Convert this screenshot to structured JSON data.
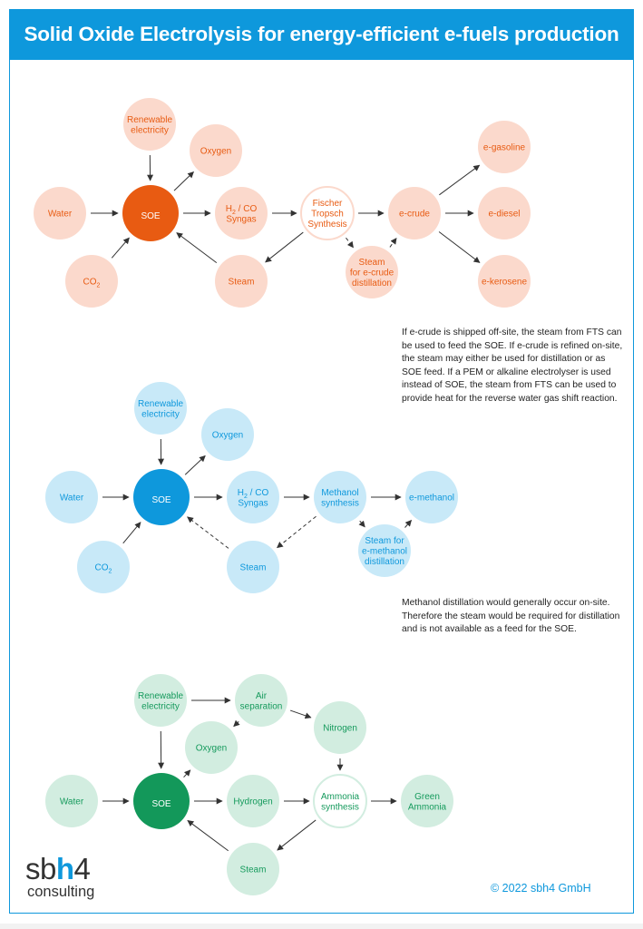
{
  "title": "Solid Oxide Electrolysis for energy-efficient e-fuels production",
  "colors": {
    "banner": "#0e98dc",
    "orange_fill": "#fbd9cc",
    "orange_text": "#e85b12",
    "orange_soe": "#e85b12",
    "blue_fill": "#c8e9f8",
    "blue_text": "#0e98dc",
    "blue_soe": "#0e98dc",
    "green_fill": "#d2ede0",
    "green_text": "#159a5c",
    "green_soe": "#13985a"
  },
  "diagrams": [
    {
      "theme": "orange",
      "nodes": [
        {
          "id": "renewable",
          "lines": [
            "Renewable",
            "electricity"
          ]
        },
        {
          "id": "oxygen",
          "lines": [
            "Oxygen"
          ]
        },
        {
          "id": "water",
          "lines": [
            "Water"
          ]
        },
        {
          "id": "soe",
          "lines": [
            "SOE"
          ]
        },
        {
          "id": "syngas",
          "lines": [
            "H2 / CO",
            "Syngas"
          ]
        },
        {
          "id": "fischer",
          "lines": [
            "Fischer",
            "Tropsch",
            "Synthesis"
          ]
        },
        {
          "id": "ecrude",
          "lines": [
            "e-crude"
          ]
        },
        {
          "id": "egasoline",
          "lines": [
            "e-gasoline"
          ]
        },
        {
          "id": "ediesel",
          "lines": [
            "e-diesel"
          ]
        },
        {
          "id": "ekerosene",
          "lines": [
            "e-kerosene"
          ]
        },
        {
          "id": "co2",
          "lines": [
            "CO2"
          ]
        },
        {
          "id": "steam",
          "lines": [
            "Steam"
          ]
        },
        {
          "id": "steam_distill",
          "lines": [
            "Steam",
            "for e-crude",
            "distillation"
          ]
        }
      ]
    },
    {
      "theme": "blue",
      "nodes": [
        {
          "id": "renewable",
          "lines": [
            "Renewable",
            "electricity"
          ]
        },
        {
          "id": "oxygen",
          "lines": [
            "Oxygen"
          ]
        },
        {
          "id": "water",
          "lines": [
            "Water"
          ]
        },
        {
          "id": "soe",
          "lines": [
            "SOE"
          ]
        },
        {
          "id": "syngas",
          "lines": [
            "H2 / CO",
            "Syngas"
          ]
        },
        {
          "id": "methanol_synth",
          "lines": [
            "Methanol",
            "synthesis"
          ]
        },
        {
          "id": "emethanol",
          "lines": [
            "e-methanol"
          ]
        },
        {
          "id": "co2",
          "lines": [
            "CO2"
          ]
        },
        {
          "id": "steam",
          "lines": [
            "Steam"
          ]
        },
        {
          "id": "steam_distill",
          "lines": [
            "Steam for",
            "e-methanol",
            "distillation"
          ]
        }
      ]
    },
    {
      "theme": "green",
      "nodes": [
        {
          "id": "renewable",
          "lines": [
            "Renewable",
            "electricity"
          ]
        },
        {
          "id": "air_sep",
          "lines": [
            "Air",
            "separation"
          ]
        },
        {
          "id": "oxygen",
          "lines": [
            "Oxygen"
          ]
        },
        {
          "id": "nitrogen",
          "lines": [
            "Nitrogen"
          ]
        },
        {
          "id": "water",
          "lines": [
            "Water"
          ]
        },
        {
          "id": "soe",
          "lines": [
            "SOE"
          ]
        },
        {
          "id": "hydrogen",
          "lines": [
            "Hydrogen"
          ]
        },
        {
          "id": "ammonia_synth",
          "lines": [
            "Ammonia",
            "synthesis"
          ]
        },
        {
          "id": "green_ammonia",
          "lines": [
            "Green",
            "Ammonia"
          ]
        },
        {
          "id": "steam",
          "lines": [
            "Steam"
          ]
        }
      ]
    }
  ],
  "notes": {
    "note1": "If e-crude is shipped off-site, the steam from FTS can be used to feed the SOE. If e-crude is refined on-site, the steam may either be used for distillation or as SOE feed. If a PEM or alkaline electrolyser is used instead of SOE, the steam from FTS can be used to provide heat for the reverse water gas shift reaction.",
    "note2": "Methanol distillation would generally occur on-site. Therefore the steam would be required for distillation and is not available as a feed for the SOE."
  },
  "logo": {
    "part1": "sb",
    "part2": "h",
    "part3": "4",
    "sub": "consulting"
  },
  "copyright": "© 2022 sbh4 GmbH"
}
